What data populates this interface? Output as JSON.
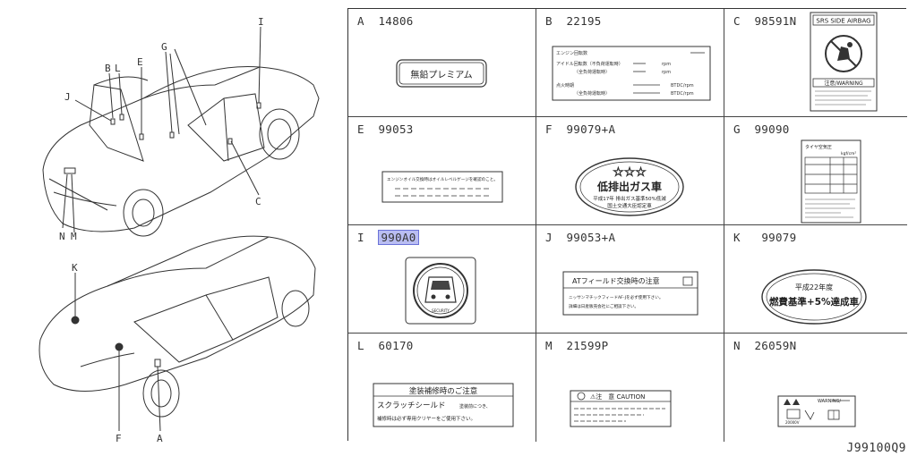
{
  "figure_code": "J99100Q9",
  "callouts": [
    "A",
    "B",
    "C",
    "E",
    "F",
    "G",
    "I",
    "J",
    "K",
    "L",
    "M",
    "N"
  ],
  "cells": [
    {
      "letter": "A",
      "code": "14806",
      "highlight": false,
      "label_text": "無鉛プレミアム"
    },
    {
      "letter": "B",
      "code": "22195",
      "highlight": false,
      "label_lines": [
        "エンジン回転数",
        "アイドル回転数（不負荷運転時）",
        "（全負荷運転時）",
        "点火時期",
        "（全負荷運転時）",
        "rpm",
        "rpm",
        "BTDC/rpm",
        "BTDC/rpm"
      ]
    },
    {
      "letter": "C",
      "code": "98591N",
      "highlight": false,
      "label_title": "SRS SIDE AIRBAG",
      "label_warning": "注意/WARNING"
    },
    {
      "letter": "E",
      "code": "99053",
      "highlight": false,
      "label_text": "エンジンオイル交換時はオイルレベルゲージを確認のこと。"
    },
    {
      "letter": "F",
      "code": "99079+A",
      "highlight": false,
      "label_big": "低排出ガス車",
      "label_small1": "平成17年 排出ガス基準50%低減",
      "label_small2": "国土交通大臣認定車"
    },
    {
      "letter": "G",
      "code": "99090",
      "highlight": false,
      "label_title": "タイヤ空気圧",
      "label_unit": "kgf/cm²"
    },
    {
      "letter": "I",
      "code": "990A0",
      "highlight": true,
      "label_text": "SECURITY"
    },
    {
      "letter": "J",
      "code": "99053+A",
      "highlight": false,
      "label_title": "ATフィールド交換時の注意",
      "label_line1": "ニッサンマチックフィードAF-Jを必ず使用下さい。",
      "label_line2": "詳細は日産販売会社にご相談下さい。"
    },
    {
      "letter": "K",
      "code": "99079",
      "highlight": false,
      "label_top": "平成22年度",
      "label_big": "燃費基準+5%達成車"
    },
    {
      "letter": "L",
      "code": "60170",
      "highlight": false,
      "label_title": "塗装補修時のご注意",
      "label_line1": "スクラッチシールド",
      "label_line1b": "塗装前につき、",
      "label_line2": "補修時は必ず専用クリヤーをご使用下さい。"
    },
    {
      "letter": "M",
      "code": "21599P",
      "highlight": false,
      "label_text": "⚠注　意 CAUTION"
    },
    {
      "letter": "N",
      "code": "26059N",
      "highlight": false,
      "label_text": "WARNING/",
      "label_volt": "20000V"
    }
  ]
}
